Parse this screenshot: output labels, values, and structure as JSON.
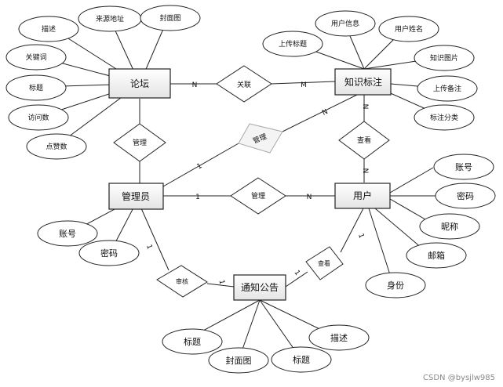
{
  "entities": {
    "forum": "论坛",
    "knowledge_tag": "知识标注",
    "admin": "管理员",
    "user": "用户",
    "notice": "通知公告"
  },
  "attributes": {
    "forum_desc": "描述",
    "forum_source": "来源地址",
    "forum_cover": "封面图",
    "forum_keywords": "关键词",
    "forum_title": "标题",
    "forum_visits": "访问数",
    "forum_likes": "点赞数",
    "tag_user_info": "用户信息",
    "tag_user_name": "用户姓名",
    "tag_upload_title": "上传标题",
    "tag_image": "知识图片",
    "tag_upload_note": "上传备注",
    "tag_category": "标注分类",
    "user_account": "账号",
    "user_password": "密码",
    "user_nickname": "昵称",
    "user_email": "邮箱",
    "user_identity": "身份",
    "admin_account": "账号",
    "admin_password": "密码",
    "notice_title_1": "标题",
    "notice_cover": "封面图",
    "notice_title_2": "标题",
    "notice_desc": "描述"
  },
  "relationships": {
    "assoc": "关联",
    "manage_forum": "管理",
    "manage_tag": "管理",
    "manage_user": "管理",
    "sees_tag": "查看",
    "review": "审核",
    "sees_notice": "查看"
  },
  "cardinality": {
    "forum_assoc": "N",
    "tag_assoc": "M",
    "admin_manage_tag": "1",
    "tag_manage": "N",
    "tag_sees": "N",
    "user_sees_tag": "N",
    "admin_manage_user": "1",
    "user_manage": "N",
    "admin_review": "1",
    "notice_review": "1",
    "notice_sees": "1",
    "user_sees_notice": "1"
  },
  "watermark": "CSDN @bysjlw985"
}
